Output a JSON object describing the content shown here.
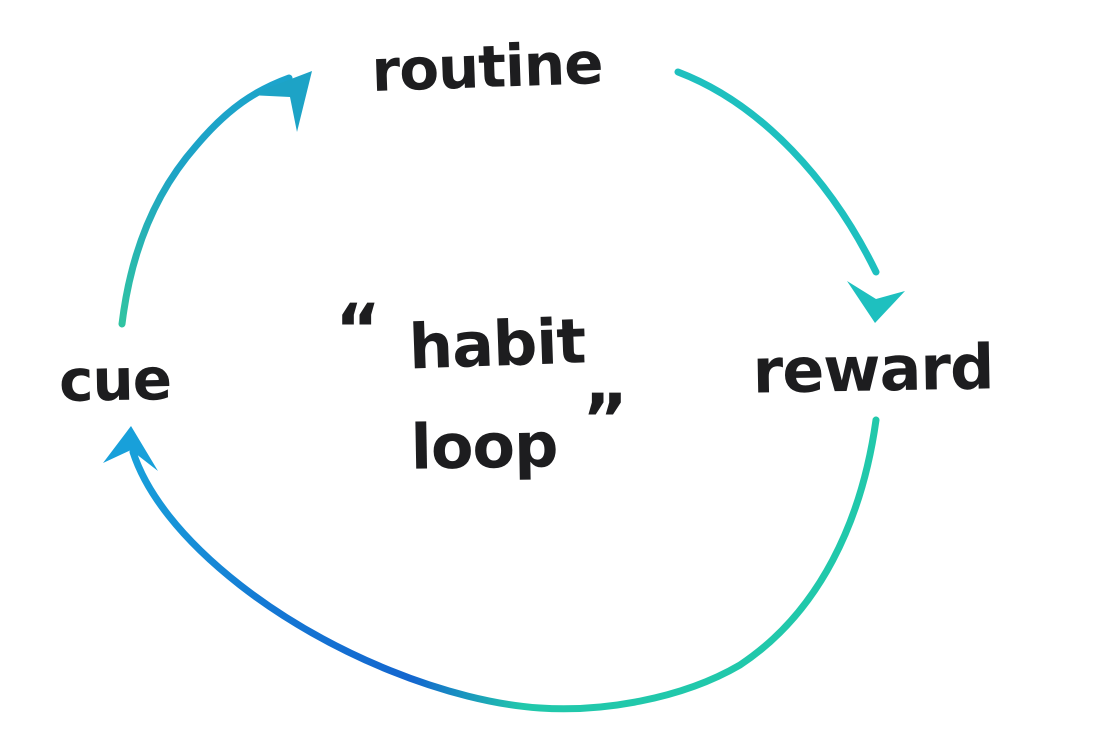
{
  "diagram": {
    "type": "cycle-diagram",
    "title": "habit loop",
    "center_label": {
      "open_quote": "“",
      "line1": "habit",
      "line2": "loop",
      "close_quote": "”"
    },
    "nodes": {
      "top": {
        "id": "routine",
        "label": "routine"
      },
      "right": {
        "id": "reward",
        "label": "reward"
      },
      "left": {
        "id": "cue",
        "label": "cue"
      }
    },
    "edges": [
      {
        "from": "cue",
        "to": "routine",
        "description": "curved arrow from cue up to routine"
      },
      {
        "from": "routine",
        "to": "reward",
        "description": "curved arrow from routine down to reward"
      },
      {
        "from": "reward",
        "to": "cue",
        "description": "curved arrow from reward around the bottom up to cue"
      }
    ],
    "colors": {
      "background": "#ffffff",
      "text": "#1d1d1f",
      "teal": "#1ec0bf",
      "teal_green": "#21c8ab",
      "sea_green": "#30c3a2",
      "cyan_teal": "#1da3c6",
      "cyan_blue": "#1ca4cd",
      "royal_blue": "#1366cf",
      "blue": "#1478d4",
      "cyan": "#18a0da"
    }
  }
}
